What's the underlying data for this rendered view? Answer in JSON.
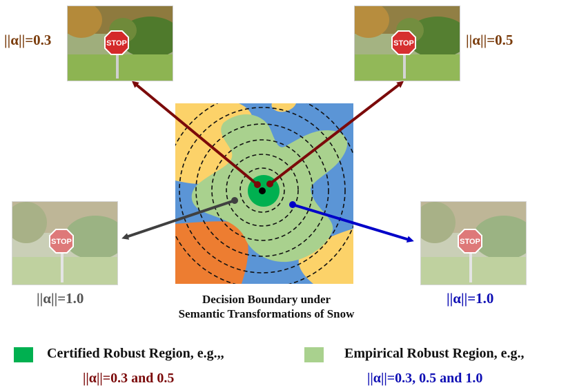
{
  "photos": {
    "top_left": {
      "label": "||α||=0.3",
      "label_color": "#7a3c0c"
    },
    "top_right": {
      "label": "||α||=0.5",
      "label_color": "#7a3c0c"
    },
    "bottom_left": {
      "label": "||α||=1.0",
      "label_color": "#555555"
    },
    "bottom_right": {
      "label": "||α||=1.0",
      "label_color": "#0f0fb4"
    },
    "sign_text": "STOP"
  },
  "diagram": {
    "caption_line1": "Decision Boundary under",
    "caption_line2": "Semantic Transformations of Snow",
    "colors": {
      "blue": "#5b95d6",
      "yellow": "#fcd269",
      "orange": "#ed7d31",
      "light_green": "#a9d18e",
      "dark_green": "#00b050",
      "arrow_red": "#7b0a0a",
      "arrow_gray": "#404040",
      "arrow_blue": "#0000c8"
    }
  },
  "legend": {
    "certified": {
      "label": "Certified Robust Region, e.g.,,",
      "sub": "||α||=0.3 and 0.5",
      "sub_color": "#7b0a0a",
      "swatch": "#00b050"
    },
    "empirical": {
      "label": "Empirical Robust Region, e.g.,",
      "sub": "||α||=0.3, 0.5 and 1.0",
      "sub_color": "#0f0fb4",
      "swatch": "#a9d18e"
    }
  }
}
